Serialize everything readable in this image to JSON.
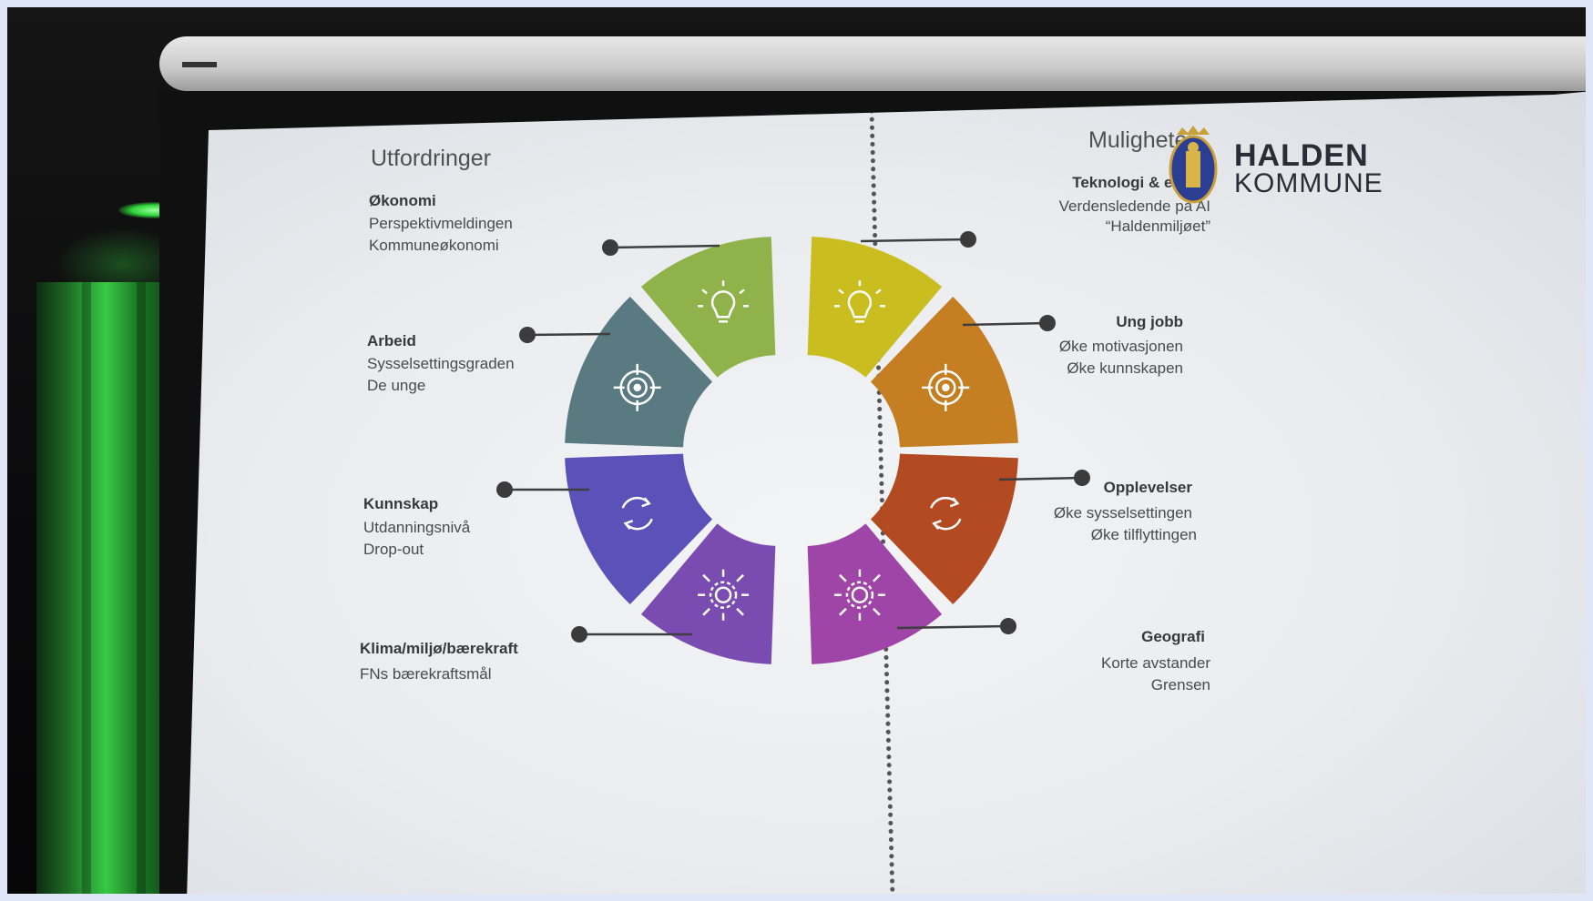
{
  "left": {
    "heading": "Utfordringer",
    "categories": [
      {
        "title": "Økonomi",
        "items": [
          "Perspektivmeldingen",
          "Kommuneøkonomi"
        ]
      },
      {
        "title": "Arbeid",
        "items": [
          "Sysselsettingsgraden",
          "De unge"
        ]
      },
      {
        "title": "Kunnskap",
        "items": [
          "Utdanningsnivå",
          "Drop-out"
        ]
      },
      {
        "title": "Klima/miljø/bærekraft",
        "items": [
          "FNs bærekraftsmål"
        ]
      }
    ]
  },
  "right": {
    "heading": "Muligheter",
    "categories": [
      {
        "title": "Teknologi & energi",
        "items": [
          "Verdensledende på AI",
          "“Haldenmiljøet”"
        ]
      },
      {
        "title": "Ung jobb",
        "items": [
          "Øke motivasjonen",
          "Øke kunnskapen"
        ]
      },
      {
        "title": "Opplevelser",
        "items": [
          "Øke sysselsettingen",
          "Øke tilflyttingen"
        ]
      },
      {
        "title": "Geografi",
        "items": [
          "Korte avstander",
          "Grensen"
        ]
      }
    ]
  },
  "logo": {
    "line1": "HALDEN",
    "line2": "KOMMUNE"
  },
  "wheel": {
    "segments": [
      {
        "color": "#8fb24a",
        "icon": "lightbulb-icon"
      },
      {
        "color": "#587a80",
        "icon": "target-icon"
      },
      {
        "color": "#5a52b8",
        "icon": "refresh-icon"
      },
      {
        "color": "#7a4cb2",
        "icon": "gear-expand-icon"
      },
      {
        "color": "#c9bd1f",
        "icon": "lightbulb-icon"
      },
      {
        "color": "#c57f22",
        "icon": "target-icon"
      },
      {
        "color": "#b34a22",
        "icon": "refresh-icon"
      },
      {
        "color": "#a045a8",
        "icon": "gear-expand-icon"
      }
    ]
  }
}
